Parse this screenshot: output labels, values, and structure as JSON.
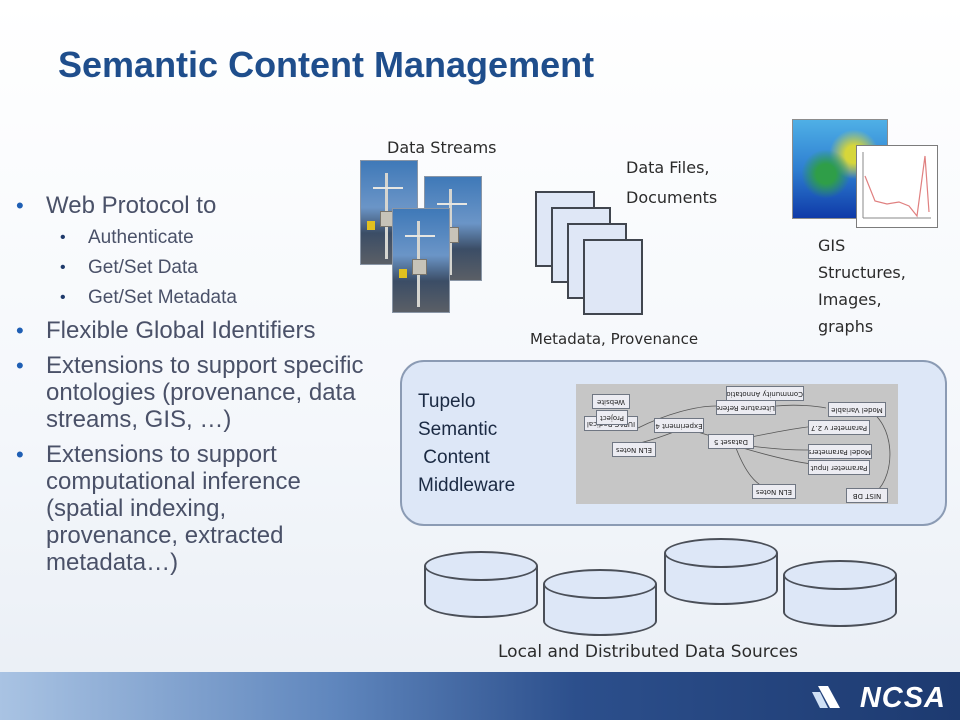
{
  "title": "Semantic Content Management",
  "bullets": {
    "b1": "Web Protocol to",
    "b1_sub": [
      "Authenticate",
      "Get/Set Data",
      "Get/Set Metadata"
    ],
    "b2": "Flexible Global Identifiers",
    "b3": "Extensions to support specific ontologies (provenance, data streams, GIS, …)",
    "b4": "Extensions to support computational inference (spatial indexing, provenance, extracted metadata…)"
  },
  "labels": {
    "data_streams": "Data Streams",
    "data_files": [
      "Data Files,",
      "Documents"
    ],
    "metadata": "Metadata, Provenance",
    "gis": [
      "GIS",
      "Structures,",
      "Images,",
      "graphs"
    ],
    "sources": "Local and Distributed Data Sources"
  },
  "middleware": {
    "lines": [
      "Tupelo",
      "Semantic",
      " Content",
      "Middleware"
    ],
    "nodes": [
      "Community Annotation",
      "Website",
      "Literature Reference",
      "Model Variable",
      "IUPAC Radical",
      "Project",
      "Experiment 4",
      "Dataset 5",
      "Parameter v 2.7",
      "ELN Notes",
      "Model Parameters",
      "Parameter Input",
      "ELN Notes",
      "NIST DB"
    ]
  },
  "footer": {
    "logo": "NCSA"
  },
  "colors": {
    "title": "#1f4e8c",
    "bullet_text": "#4a5168",
    "footer_dark": "#1d3a70"
  }
}
